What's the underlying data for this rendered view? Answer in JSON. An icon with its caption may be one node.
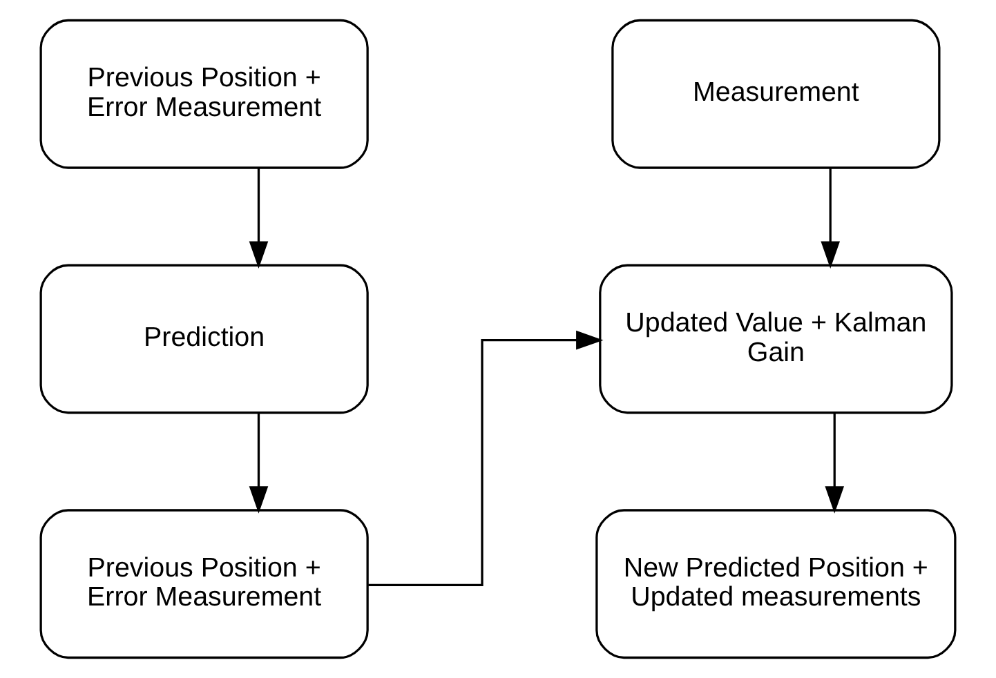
{
  "diagram": {
    "nodes": [
      {
        "text": [
          "Previous Position + Error Measurement"
        ]
      },
      {
        "text": [
          "Measurement"
        ]
      },
      {
        "text": [
          "Prediction"
        ]
      },
      {
        "text": [
          "Updated Value + Kalman Gain"
        ]
      },
      {
        "text": [
          "Previous Position + Error Measurement"
        ]
      },
      {
        "text": [
          "New Predicted Position + Updated measurements"
        ]
      }
    ],
    "edges": [
      {
        "from": 0,
        "to": 2,
        "arrow": "to"
      },
      {
        "from": 2,
        "to": 4,
        "arrow": "to"
      },
      {
        "from": 4,
        "to": 3,
        "arrow": "to"
      },
      {
        "from": 1,
        "to": 3,
        "arrow": "to"
      },
      {
        "from": 3,
        "to": 5,
        "arrow": "to"
      }
    ]
  }
}
